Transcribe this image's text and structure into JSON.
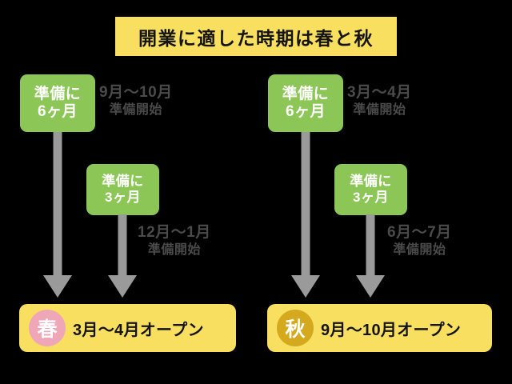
{
  "title": {
    "text": "開業に適した時期は春と秋",
    "background": "#F9DF60",
    "color": "#141414"
  },
  "colors": {
    "background": "#000000",
    "banner_yellow": "#F9DF60",
    "prep_green": "#8CC657",
    "arrow_gray": "#9A9A9A",
    "label_gray": "#4A4A4A",
    "spring_pink": "#EFA7B8",
    "autumn_gold": "#D4A91E",
    "result_yellow": "#F9DF60"
  },
  "columns": [
    {
      "id": "spring",
      "tracks": [
        {
          "id": "spring-6months",
          "prep_line1": "準備に",
          "prep_line2": "6ヶ月",
          "start_line1": "9月〜10月",
          "start_line2": "準備開始"
        },
        {
          "id": "spring-3months",
          "prep_line1": "準備に",
          "prep_line2": "3ヶ月",
          "start_line1": "12月〜1月",
          "start_line2": "準備開始"
        }
      ],
      "result": {
        "badge": "春",
        "badge_style": "spring",
        "text": "3月〜4月オープン"
      }
    },
    {
      "id": "autumn",
      "tracks": [
        {
          "id": "autumn-6months",
          "prep_line1": "準備に",
          "prep_line2": "6ヶ月",
          "start_line1": "3月〜4月",
          "start_line2": "準備開始"
        },
        {
          "id": "autumn-3months",
          "prep_line1": "準備に",
          "prep_line2": "3ヶ月",
          "start_line1": "6月〜7月",
          "start_line2": "準備開始"
        }
      ],
      "result": {
        "badge": "秋",
        "badge_style": "autumn",
        "text": "9月〜10月オープン"
      }
    }
  ]
}
